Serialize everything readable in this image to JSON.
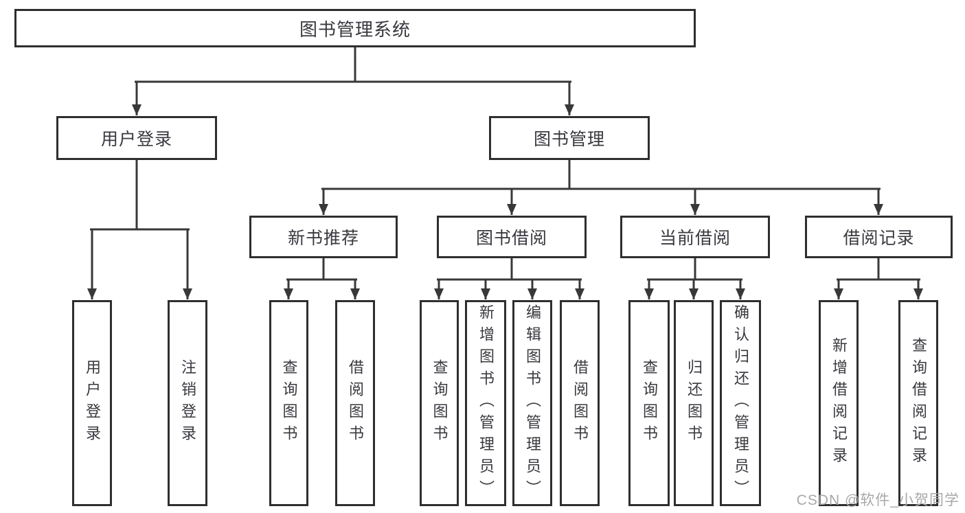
{
  "chart_data": {
    "type": "tree-diagram",
    "title": "图书管理系统",
    "hierarchy": {
      "root": "图书管理系统",
      "children": [
        {
          "name": "用户登录",
          "children": [
            "用户登录",
            "注销登录"
          ]
        },
        {
          "name": "图书管理",
          "children": [
            {
              "name": "新书推荐",
              "children": [
                "查询图书",
                "借阅图书"
              ]
            },
            {
              "name": "图书借阅",
              "children": [
                "查询图书",
                "新增图书（管理员）",
                "编辑图书（管理员）",
                "借阅图书"
              ]
            },
            {
              "name": "当前借阅",
              "children": [
                "查询图书",
                "归还图书",
                "确认归还（管理员）"
              ]
            },
            {
              "name": "借阅记录",
              "children": [
                "新增借阅记录",
                "查询借阅记录"
              ]
            }
          ]
        }
      ]
    }
  },
  "nodes": {
    "root": {
      "label": "图书管理系统"
    },
    "level2": [
      {
        "label": "用户登录"
      },
      {
        "label": "图书管理"
      }
    ],
    "level3": [
      {
        "label": "新书推荐"
      },
      {
        "label": "图书借阅"
      },
      {
        "label": "当前借阅"
      },
      {
        "label": "借阅记录"
      }
    ],
    "leaves": [
      {
        "label": "用户登录",
        "parent": "用户登录"
      },
      {
        "label": "注销登录",
        "parent": "用户登录"
      },
      {
        "label": "查询图书",
        "parent": "新书推荐"
      },
      {
        "label": "借阅图书",
        "parent": "新书推荐"
      },
      {
        "label": "查询图书",
        "parent": "图书借阅"
      },
      {
        "label": "新增图书（管理员）",
        "parent": "图书借阅"
      },
      {
        "label": "编辑图书（管理员）",
        "parent": "图书借阅"
      },
      {
        "label": "借阅图书",
        "parent": "图书借阅"
      },
      {
        "label": "查询图书",
        "parent": "当前借阅"
      },
      {
        "label": "归还图书",
        "parent": "当前借阅"
      },
      {
        "label": "确认归还（管理员）",
        "parent": "当前借阅"
      },
      {
        "label": "新增借阅记录",
        "parent": "借阅记录"
      },
      {
        "label": "查询借阅记录",
        "parent": "借阅记录"
      }
    ]
  },
  "watermark": {
    "text": "CSDN @软件_小贺同学"
  },
  "colors": {
    "line": "#383838",
    "border": "#2e2e2e",
    "text": "#38383f",
    "background": "#ffffff",
    "watermark": "#a8a8a8"
  }
}
